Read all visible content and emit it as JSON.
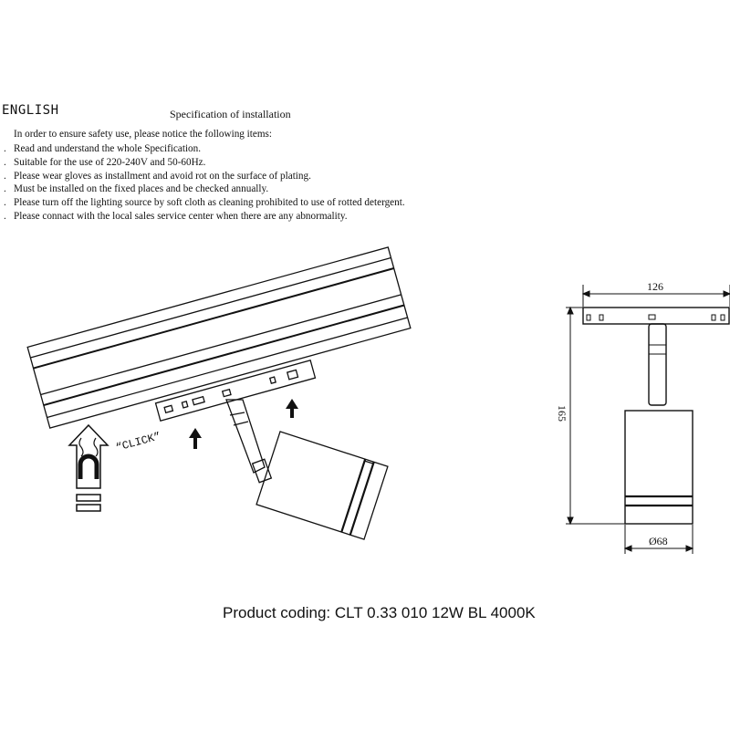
{
  "header": {
    "language": "ENGLISH",
    "title": "Specification of installation"
  },
  "intro": "In order to ensure safety use, please notice the following items:",
  "items": [
    "Read and understand the whole Specification.",
    "Suitable for the use of 220-240V and 50-60Hz.",
    "Please wear gloves as installment and avoid rot on the surface of plating.",
    "Must be installed on the fixed places and be checked annually.",
    "Please turn off the lighting source by soft cloth as cleaning prohibited to use of rotted detergent.",
    "Please connact with the local sales service center when there are any abnormality."
  ],
  "bullet": ".",
  "diagram": {
    "click_label": "“CLICK”",
    "dim_width": "126",
    "dim_height": "165",
    "dim_diameter": "Ø68"
  },
  "product_coding": "Product coding: CLT 0.33 010 12W BL 4000K"
}
